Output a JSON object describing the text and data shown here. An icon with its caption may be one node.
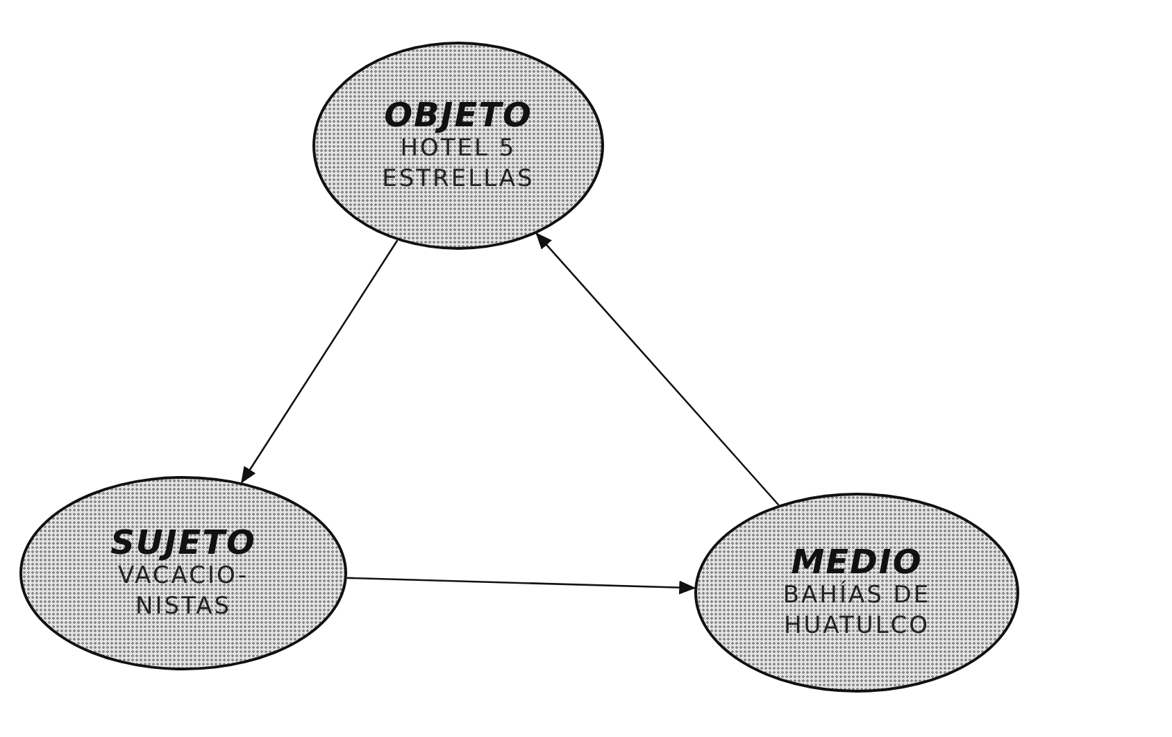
{
  "diagram": {
    "nodes": [
      {
        "text": [
          "OBJETO",
          "HOTEL 5 ESTRELLAS"
        ]
      },
      {
        "text": [
          "SUJETO",
          "VACACIO- NISTAS"
        ]
      },
      {
        "text": [
          "MEDIO",
          "BAHÍAS DE HUATULCO"
        ]
      }
    ],
    "edges": [
      {
        "from": 0,
        "to": 1,
        "arrow": "to"
      },
      {
        "from": 1,
        "to": 2,
        "arrow": "to"
      },
      {
        "from": 2,
        "to": 0,
        "arrow": "to"
      }
    ]
  }
}
